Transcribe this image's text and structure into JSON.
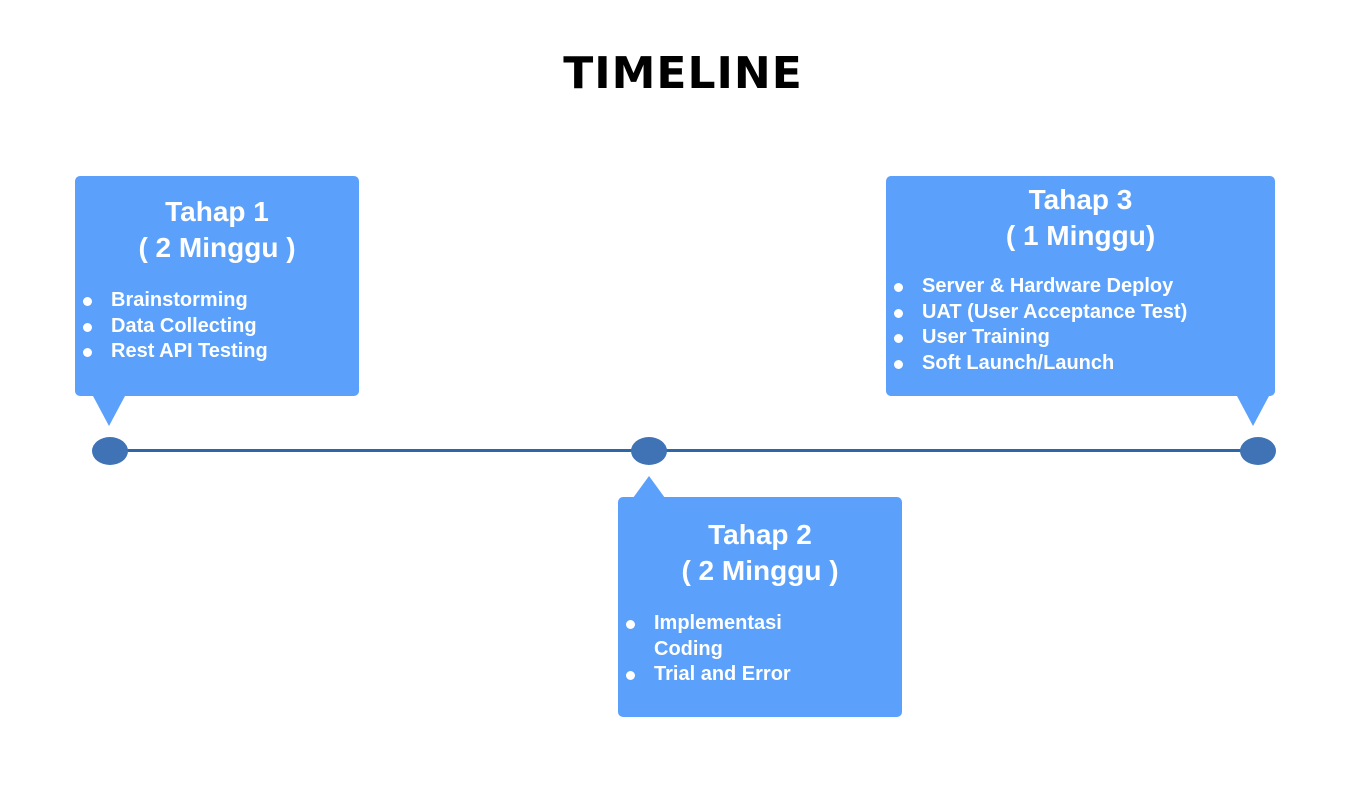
{
  "title": "TIMELINE",
  "stages": [
    {
      "name": "Tahap 1",
      "duration": "( 2 Minggu )",
      "items": [
        "Brainstorming",
        "Data Collecting",
        "Rest API Testing"
      ]
    },
    {
      "name": "Tahap 2",
      "duration": "( 2 Minggu )",
      "items": [
        "Implementasi Coding",
        "Trial and Error"
      ]
    },
    {
      "name": "Tahap 3",
      "duration": "( 1 Minggu)",
      "items": [
        "Server & Hardware Deploy",
        "UAT (User Acceptance Test)",
        "User Training",
        "Soft Launch/Launch"
      ]
    }
  ],
  "colors": {
    "card": "#5ba0fa",
    "line": "#2e67a8",
    "node": "#3f73b6"
  }
}
